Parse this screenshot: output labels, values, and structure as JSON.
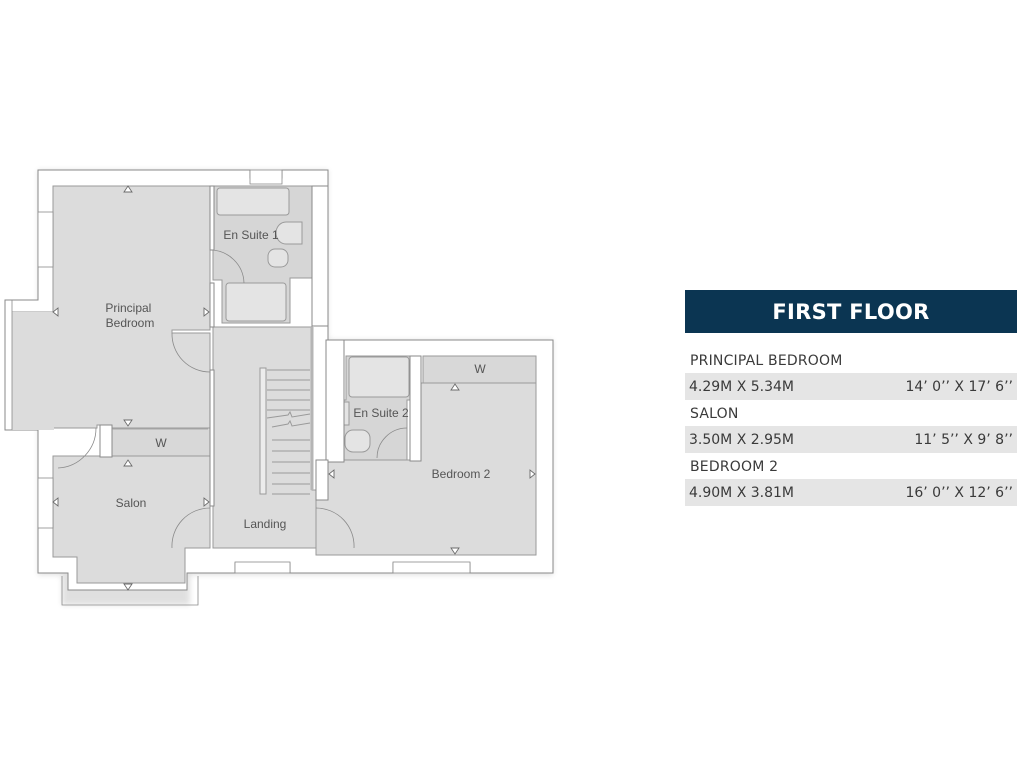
{
  "floor_plan": {
    "rooms": [
      {
        "id": "principal-bedroom",
        "label_lines": [
          "Principal",
          "Bedroom"
        ]
      },
      {
        "id": "en-suite-1",
        "label": "En Suite 1"
      },
      {
        "id": "salon",
        "label": "Salon"
      },
      {
        "id": "landing",
        "label": "Landing"
      },
      {
        "id": "en-suite-2",
        "label": "En Suite 2"
      },
      {
        "id": "bedroom-2",
        "label": "Bedroom 2"
      }
    ],
    "wardrobe_label": "W"
  },
  "panel": {
    "title": "FIRST FLOOR",
    "header_color": "#0b3552",
    "rooms": [
      {
        "name": "PRINCIPAL BEDROOM",
        "metric": "4.29M X 5.34M",
        "imperial": "14’ 0’’ X 17’ 6’’"
      },
      {
        "name": "SALON",
        "metric": "3.50M X 2.95M",
        "imperial": "11’ 5’’ X 9’ 8’’"
      },
      {
        "name": "BEDROOM 2",
        "metric": "4.90M X 3.81M",
        "imperial": "16’ 0’’ X 12’ 6’’"
      }
    ]
  }
}
